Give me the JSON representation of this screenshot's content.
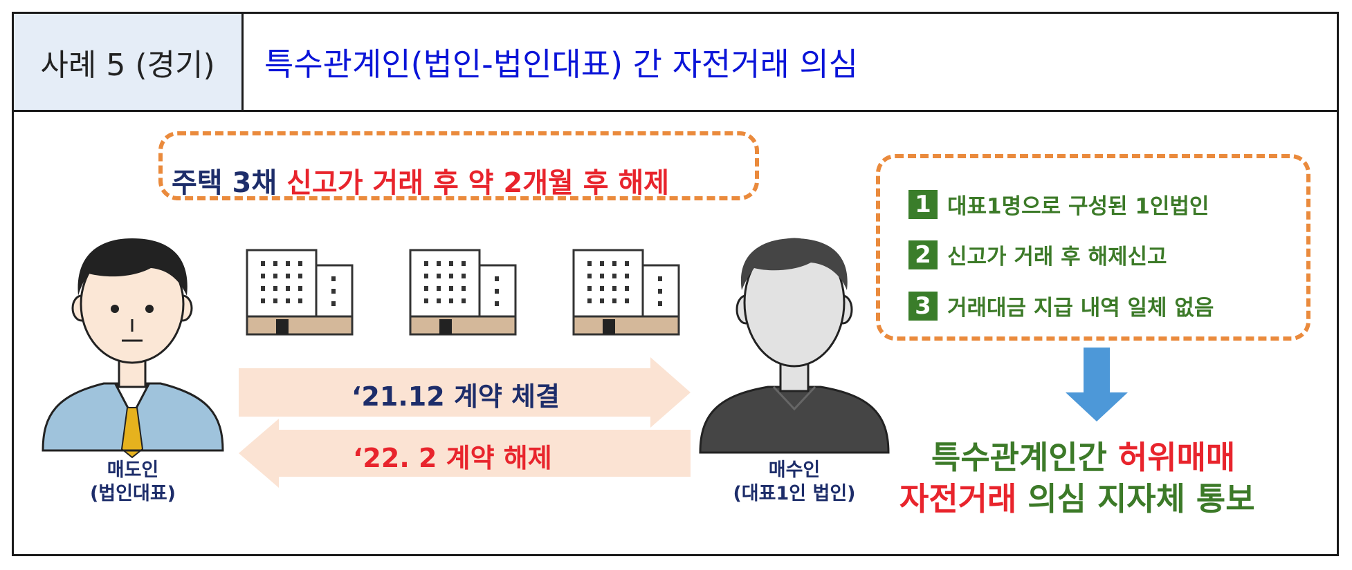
{
  "header": {
    "case_label": "사례 5 (경기)",
    "title": "특수관계인(법인-법인대표) 간 자전거래 의심"
  },
  "top_note": {
    "part1": "주택 3채 ",
    "part2": "신고가 거래 후 약 2개월 후 해제"
  },
  "criteria": [
    {
      "num": "1",
      "text": "대표1명으로 구성된 1인법인"
    },
    {
      "num": "2",
      "text": "신고가 거래 후 해제신고"
    },
    {
      "num": "3",
      "text": "거래대금 지급 내역 일체 없음"
    }
  ],
  "arrows": {
    "contract": "‘21.12 계약 체결",
    "cancel": "‘22. 2 계약 해제"
  },
  "seller": {
    "line1": "매도인",
    "line2": "(법인대표)"
  },
  "buyer": {
    "line1": "매수인",
    "line2": "(대표1인 법인)"
  },
  "result": {
    "line1_a": "특수관계인간 ",
    "line1_b": "허위매매",
    "line2_a": "자전거래",
    "line2_b": " 의심 지자체 통보"
  },
  "colors": {
    "navy": "#1d2d6a",
    "red": "#e8242c",
    "green": "#3c7a28",
    "orange_dash": "#ea8a3c",
    "arrow_peach": "#fbe3d3",
    "down_arrow": "#4d98d8",
    "header_bg": "#e5edf7",
    "title_blue": "#0a14d8"
  }
}
